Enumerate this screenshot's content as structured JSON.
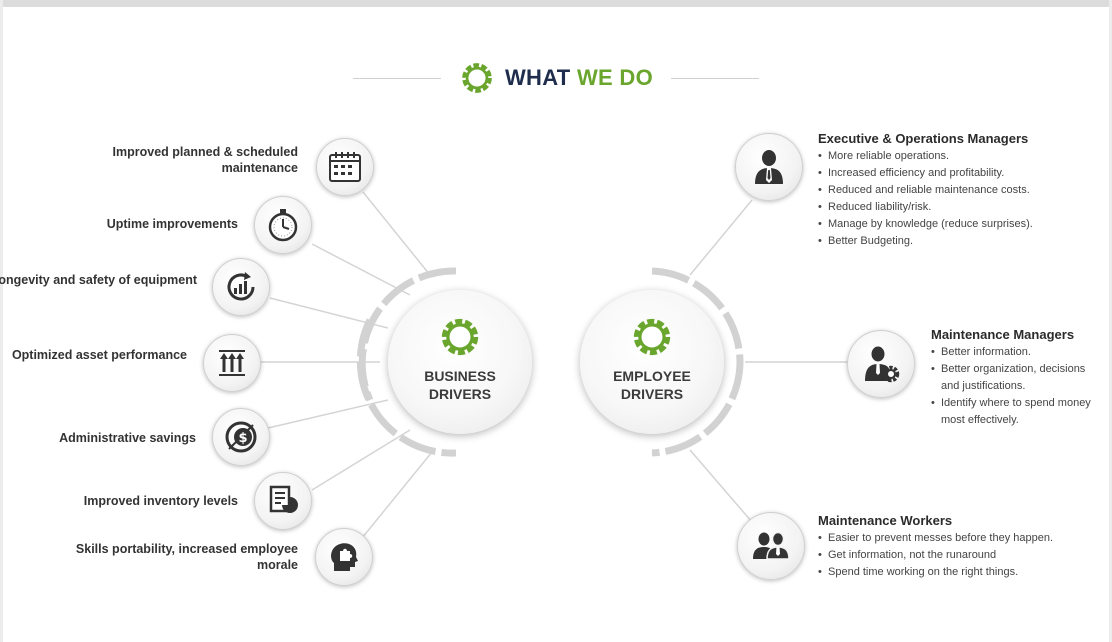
{
  "header": {
    "title_part1": "WHAT",
    "title_part2": "WE DO"
  },
  "business_drivers": {
    "label": "BUSINESS DRIVERS",
    "items": [
      {
        "label": "Improved planned & scheduled maintenance",
        "icon": "calendar-icon"
      },
      {
        "label": "Uptime improvements",
        "icon": "stopwatch-icon"
      },
      {
        "label": "Longevity and safety of equipment",
        "icon": "chart-cycle-icon"
      },
      {
        "label": "Optimized asset performance",
        "icon": "arrows-up-icon"
      },
      {
        "label": "Administrative savings",
        "icon": "dollar-icon"
      },
      {
        "label": "Improved inventory levels",
        "icon": "report-icon"
      },
      {
        "label": "Skills portability, increased employee morale",
        "icon": "head-puzzle-icon"
      }
    ]
  },
  "employee_drivers": {
    "label": "EMPLOYEE DRIVERS",
    "groups": [
      {
        "title": "Executive & Operations Managers",
        "icon": "executive-icon",
        "bullets": [
          "More reliable operations.",
          "Increased efficiency and profitability.",
          "Reduced and reliable maintenance costs.",
          "Reduced liability/risk.",
          "Manage by knowledge (reduce surprises).",
          "Better Budgeting."
        ]
      },
      {
        "title": "Maintenance Managers",
        "icon": "manager-gear-icon",
        "bullets": [
          "Better information.",
          "Better organization, decisions and justifications.",
          "Identify where to spend money most effectively."
        ]
      },
      {
        "title": "Maintenance Workers",
        "icon": "workers-icon",
        "bullets": [
          "Easier to prevent messes before they happen.",
          "Get information, not the runaround",
          "Spend time working on the right things."
        ]
      }
    ]
  },
  "colors": {
    "accent_green": "#6aa62e",
    "navy": "#1f2d4d",
    "gray": "#9a9a9a"
  }
}
